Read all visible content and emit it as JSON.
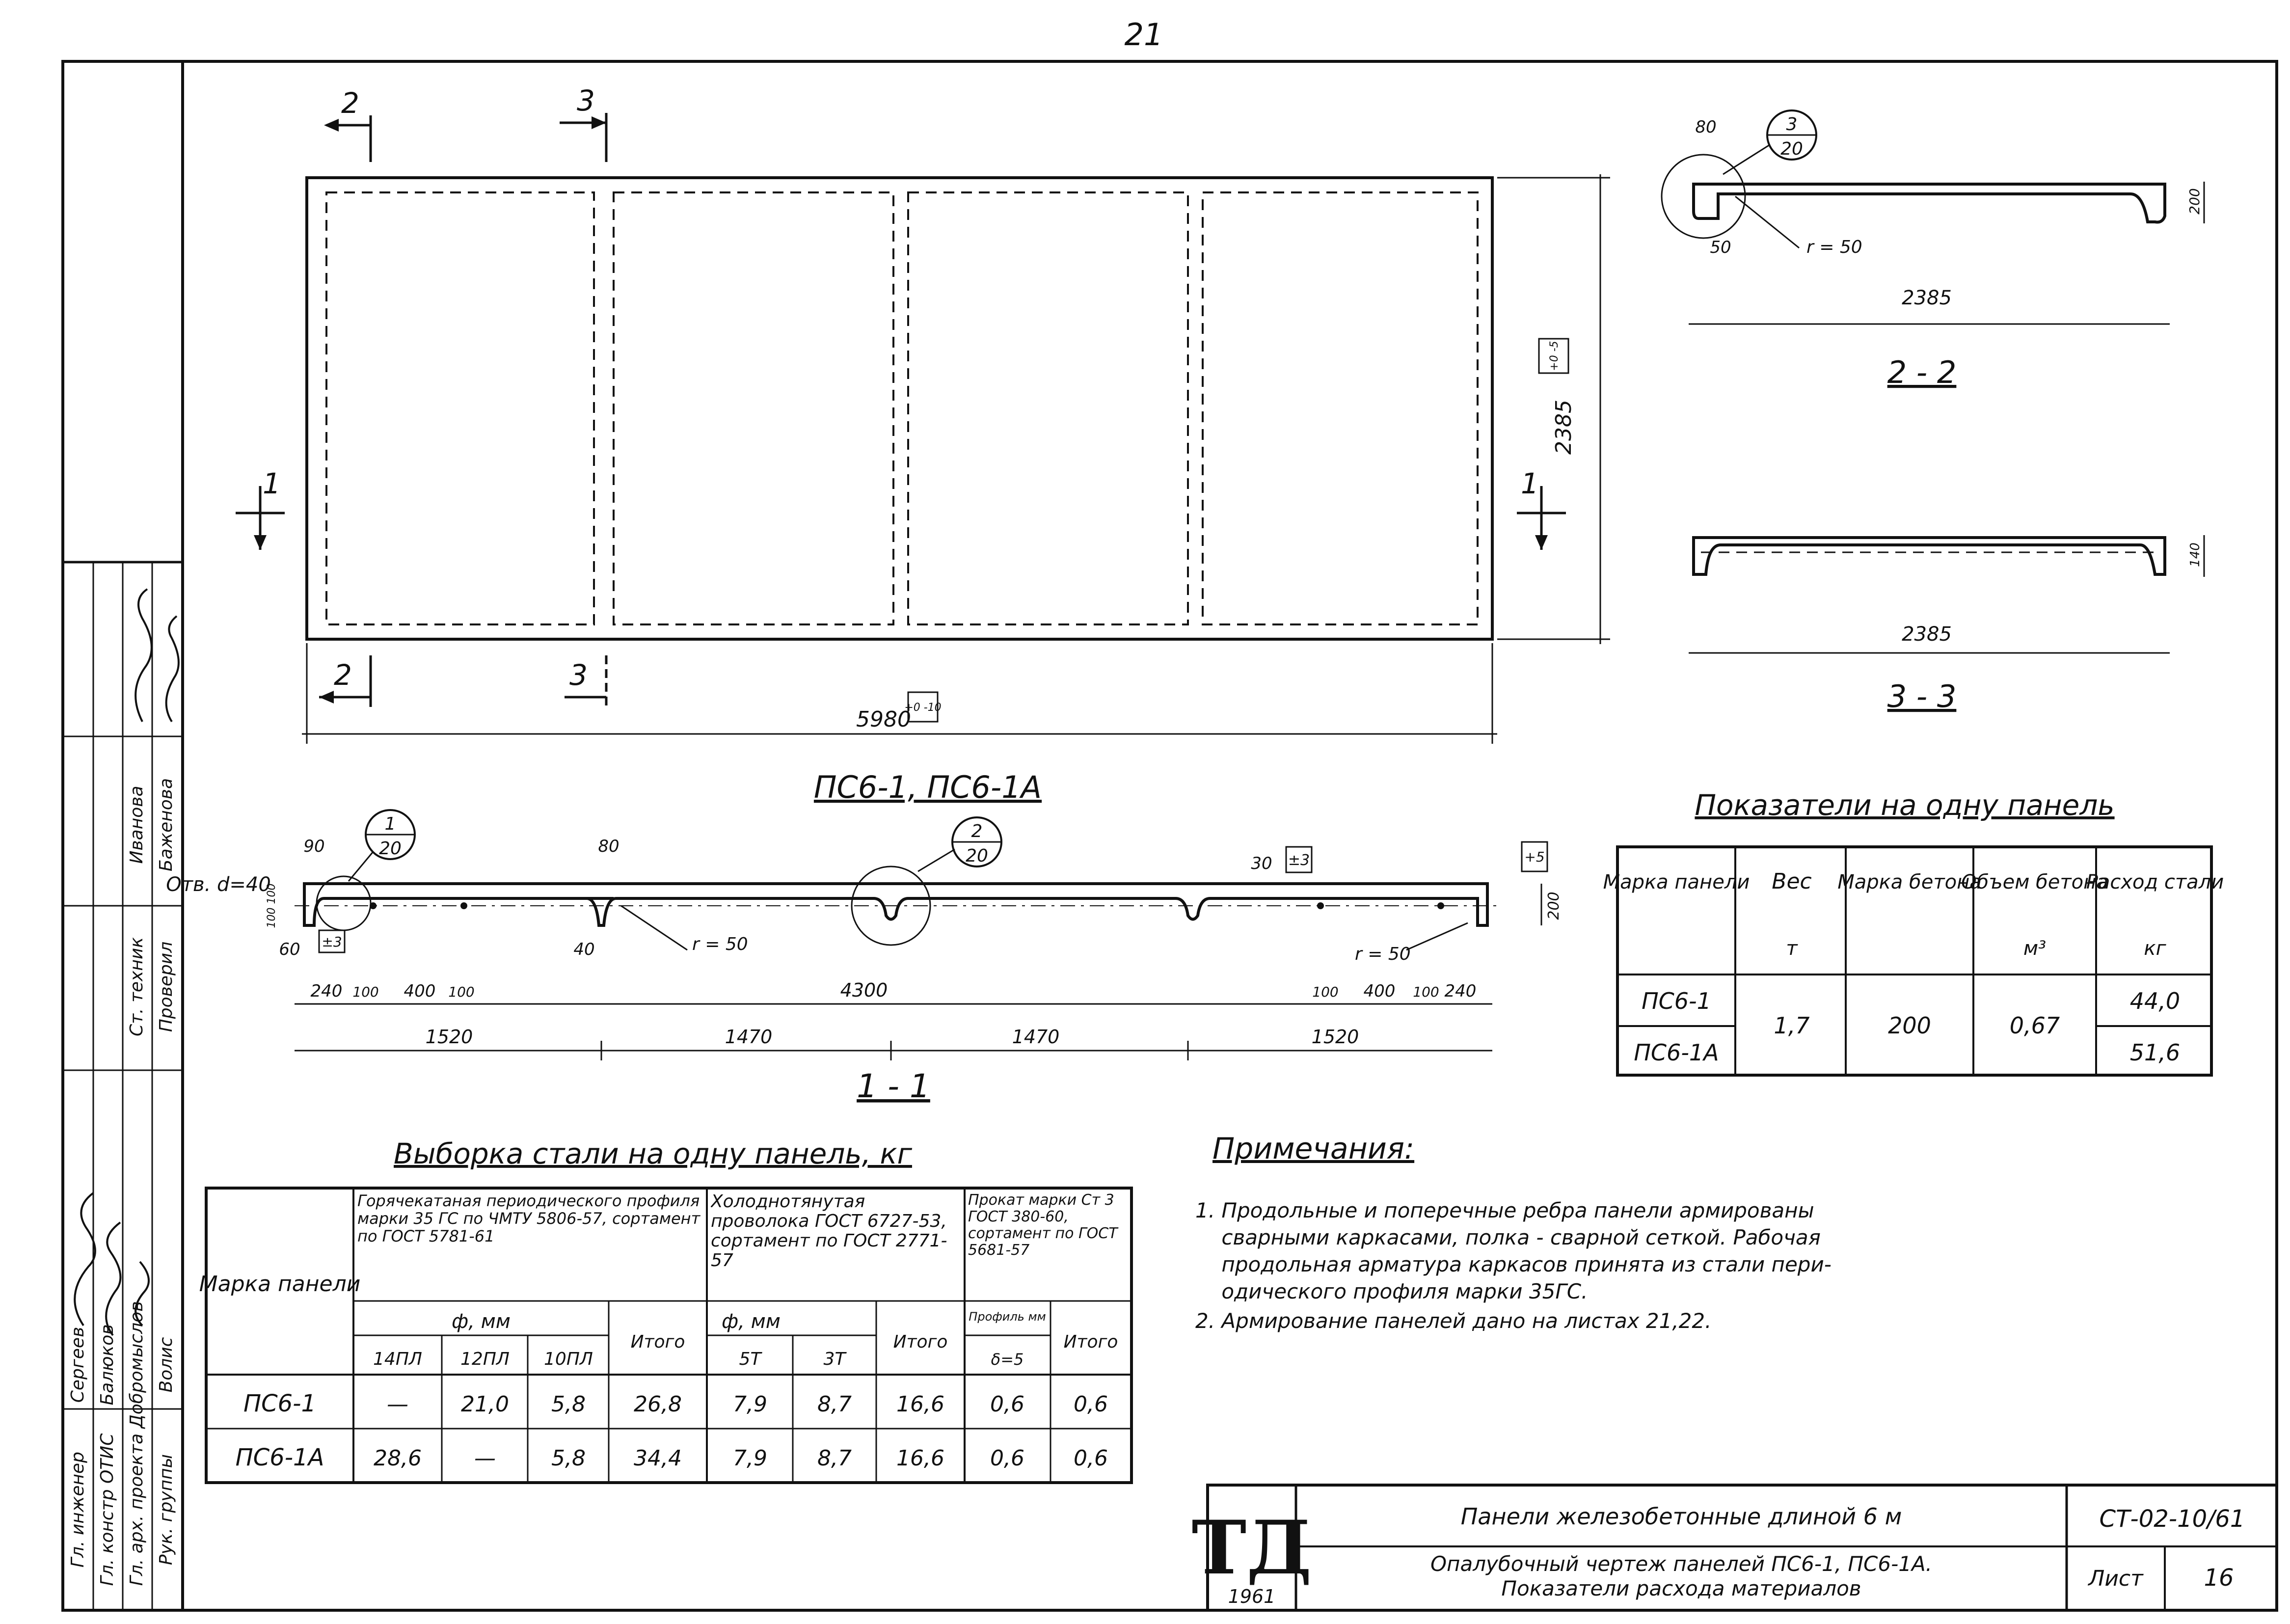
{
  "page_number": "21",
  "section_labels": {
    "s2": "2",
    "s3": "3",
    "s1": "1"
  },
  "plan": {
    "dim_length": "5980",
    "tol_length": "+0\n-10",
    "dim_width": "2385",
    "tol_width": "+0\n-5",
    "caption": "ПС6-1, ПС6-1А"
  },
  "section_1": {
    "caption": "1 - 1",
    "note_hole": "Отв.\nd=40",
    "callout_1": {
      "num": "1",
      "sheet": "20"
    },
    "callout_2": {
      "num": "2",
      "sheet": "20"
    },
    "dims_top": [
      "90",
      "80",
      "30"
    ],
    "tol_top": "±3",
    "tol_right": "+5",
    "dim_height": "200",
    "dim_h_small": "100 100",
    "dim_left_60": "60",
    "dim_40": "40",
    "tol_left": "±3",
    "r_mid": "r = 50",
    "r_right": "r = 50",
    "dims_row1": [
      "240",
      "100",
      "400",
      "100",
      "4300",
      "100",
      "400",
      "100",
      "240"
    ],
    "dims_row2": [
      "1520",
      "1470",
      "1470",
      "1520"
    ]
  },
  "section_2": {
    "caption": "2 - 2",
    "callout": {
      "num": "3",
      "sheet": "20"
    },
    "dim_80": "80",
    "dim_50": "50",
    "r": "r = 50",
    "dim_height": "200",
    "dim_length": "2385"
  },
  "section_3": {
    "caption": "3 - 3",
    "dim_height": "140",
    "dim_length": "2385"
  },
  "indicators": {
    "title": "Показатели на одну панель",
    "headers": [
      "Марка панели",
      "Вес",
      "Марка бетона",
      "Объем бетона",
      "Расход стали"
    ],
    "units": [
      "",
      "т",
      "",
      "м³",
      "кг"
    ],
    "rows": [
      {
        "mark": "ПС6-1",
        "weight": "1,7",
        "concrete": "200",
        "volume": "0,67",
        "steel": "44,0"
      },
      {
        "mark": "ПС6-1А",
        "steel": "51,6"
      }
    ]
  },
  "steel": {
    "title": "Выборка стали на одну панель, кг",
    "h_mark": "Марка панели",
    "h_hot": "Горячекатаная периодического профиля марки 35 ГС по ЧМТУ 5806-57, сортамент по ГОСТ 5781-61",
    "h_cold": "Холоднотянутая проволока ГОСТ 6727-53, сортамент по ГОСТ 2771-57",
    "h_roll": "Прокат марки Ст 3 ГОСТ 380-60, сортамент по ГОСТ 5681-57",
    "h_phi": "ф, мм",
    "h_profile": "Профиль мм",
    "sub": [
      "14ПЛ",
      "12ПЛ",
      "10ПЛ",
      "Итого",
      "5Т",
      "3Т",
      "Итого",
      "δ=5",
      "Итого"
    ],
    "rows": [
      {
        "mark": "ПС6-1",
        "cells": [
          "—",
          "21,0",
          "5,8",
          "26,8",
          "7,9",
          "8,7",
          "16,6",
          "0,6",
          "0,6"
        ]
      },
      {
        "mark": "ПС6-1А",
        "cells": [
          "28,6",
          "—",
          "5,8",
          "34,4",
          "7,9",
          "8,7",
          "16,6",
          "0,6",
          "0,6"
        ]
      }
    ]
  },
  "notes": {
    "title": "Примечания:",
    "lines": [
      "1. Продольные и поперечные ребра панели армированы",
      "    сварными каркасами, полка - сварной сеткой. Рабочая",
      "    продольная арматура каркасов принята из стали пери-",
      "    одического профиля марки 35ГС.",
      "2. Армирование панелей дано на листах 21,22."
    ]
  },
  "title_block": {
    "logo": "ТД",
    "year": "1961",
    "title1": "Панели железобетонные длиной 6 м",
    "title2": "Опалубочный чертеж панелей ПС6-1, ПС6-1А.",
    "title3": "Показатели расхода материалов",
    "code": "СТ-02-10/61",
    "sheet_label": "Лист",
    "sheet_no": "16"
  },
  "side_stamp": {
    "positions": [
      "Гл. инженер",
      "Гл. констр ОТИС",
      "Гл. арх. проекта",
      "Рук. группы",
      "Ст. техник",
      "Проверил"
    ],
    "names": [
      "Сергеев",
      "Балюков",
      "Добромыслов",
      "Волис",
      "Иванова",
      "Баженова"
    ]
  }
}
